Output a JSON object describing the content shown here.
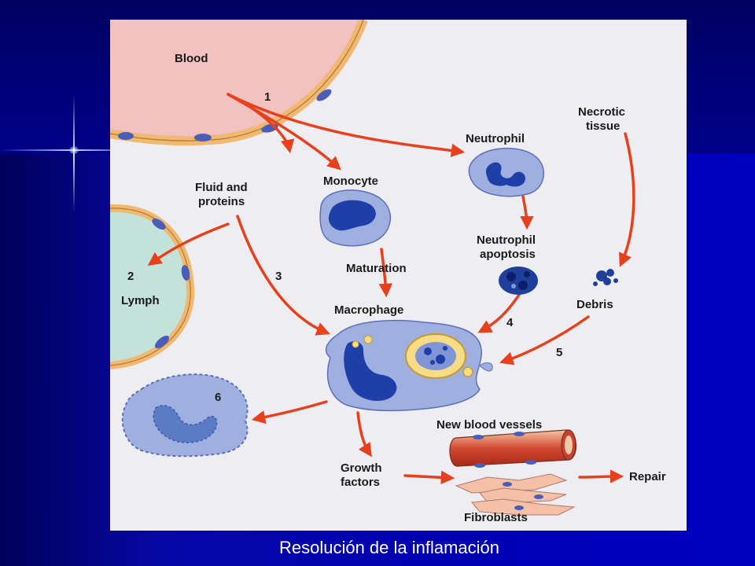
{
  "caption": "Resolución de la inflamación",
  "labels": {
    "blood": "Blood",
    "step1": "1",
    "neutrophil": "Neutrophil",
    "necrotic_line1": "Necrotic",
    "necrotic_line2": "tissue",
    "fluid_line1": "Fluid and",
    "fluid_line2": "proteins",
    "monocyte": "Monocyte",
    "step2": "2",
    "lymph": "Lymph",
    "step3": "3",
    "maturation": "Maturation",
    "neutrophil_apoptosis_line1": "Neutrophil",
    "neutrophil_apoptosis_line2": "apoptosis",
    "macrophage": "Macrophage",
    "step4": "4",
    "debris": "Debris",
    "step5": "5",
    "step6": "6",
    "new_blood_vessels": "New blood vessels",
    "growth_line1": "Growth",
    "growth_line2": "factors",
    "repair": "Repair",
    "fibroblasts": "Fibroblasts"
  },
  "colors": {
    "slide_background": "#0000b8",
    "figure_background": "#eeeef2",
    "arrow": "#e8401c",
    "blood": "#f2c2c0",
    "lymph": "#c2e2da",
    "cell_fill": "#9fb0e0",
    "nucleus": "#1f3fa8",
    "vessel_wall": "#f0b870"
  }
}
